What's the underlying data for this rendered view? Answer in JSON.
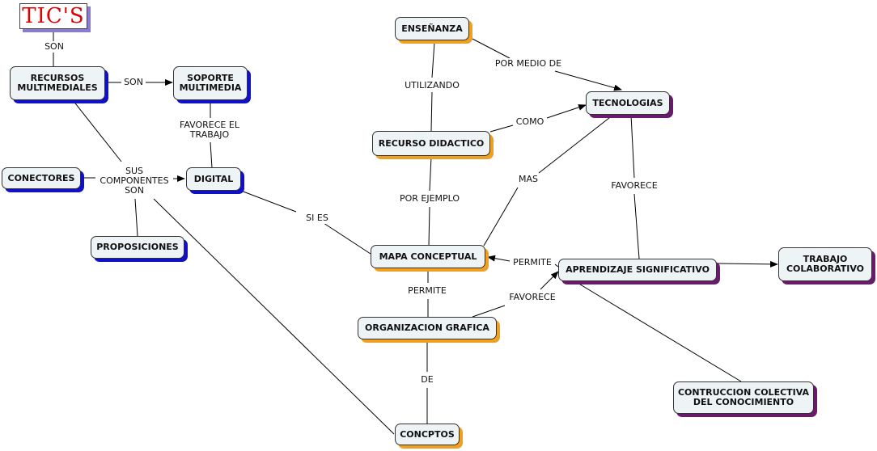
{
  "title": "TIC'S",
  "nodes": {
    "recursos": "RECURSOS\nMULTIMEDIALES",
    "soporte": "SOPORTE\nMULTIMEDIA",
    "conectores": "CONECTORES",
    "digital": "DIGITAL",
    "proposiciones": "PROPOSICIONES",
    "ensenanza": "ENSEÑANZA",
    "tecnologias": "TECNOLOGIAS",
    "recurso_didactico": "RECURSO DIDACTICO",
    "mapa": "MAPA CONCEPTUAL",
    "aprendizaje": "APRENDIZAJE SIGNIFICATIVO",
    "trabajo": "TRABAJO\nCOLABORATIVO",
    "organizacion": "ORGANIZACION GRAFICA",
    "contruccion": "CONTRUCCION COLECTIVA\nDEL CONOCIMIENTO",
    "concptos": "CONCPTOS"
  },
  "labels": {
    "son_top": "SON",
    "son_mid": "SON",
    "favorece_trabajo": "FAVORECE EL\nTRABAJO",
    "sus_componentes": "SUS\nCOMPONENTES\nSON",
    "si_es": "SI ES",
    "utilizando": "UTILIZANDO",
    "por_medio_de": "POR MEDIO DE",
    "como": "COMO",
    "por_ejemplo": "POR EJEMPLO",
    "mas": "MAS",
    "favorece_tec": "FAVORECE",
    "permite_mapa": "PERMITE",
    "permite_org": "PERMITE",
    "favorece_org": "FAVORECE",
    "de": "DE"
  }
}
